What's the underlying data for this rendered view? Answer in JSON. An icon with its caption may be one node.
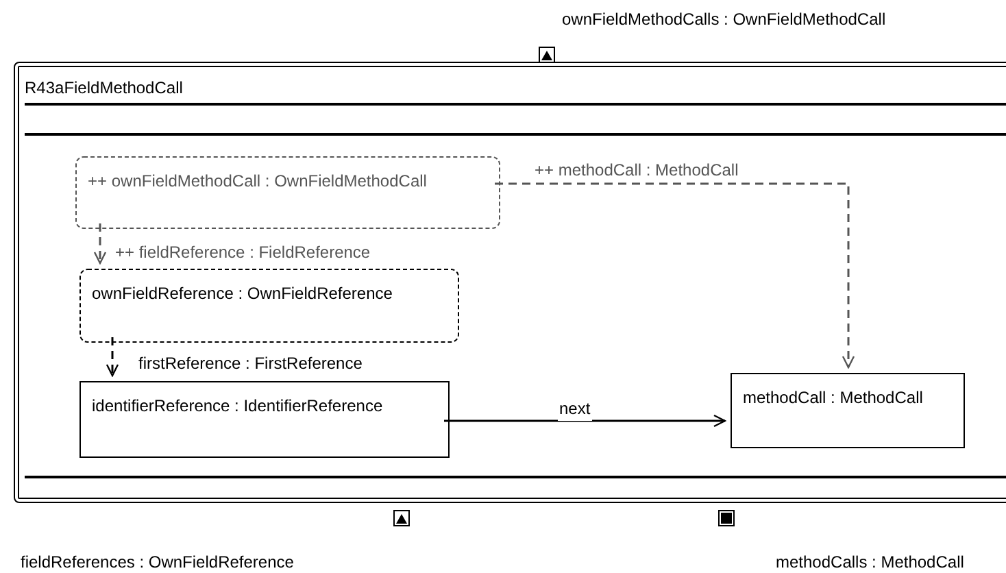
{
  "diagram": {
    "nodes": [
      {
        "text": [
          "R43aFieldMethodCall"
        ]
      },
      {
        "text": [
          "++ ownFieldMethodCall : OwnFieldMethodCall"
        ],
        "in": 0
      },
      {
        "text": [
          "ownFieldReference : OwnFieldReference"
        ],
        "in": 0
      },
      {
        "text": [
          "identifierReference : IdentifierReference"
        ],
        "in": 0
      },
      {
        "text": [
          "methodCall : MethodCall"
        ],
        "in": 0
      },
      {
        "text": [],
        "shape": "triangle",
        "beside": [
          "ownFieldMethodCalls : OwnFieldMethodCall"
        ]
      },
      {
        "text": [],
        "shape": "triangle"
      },
      {
        "text": [],
        "shape": "square",
        "beside": [
          "methodCalls : MethodCall"
        ]
      }
    ],
    "edges": [
      {
        "from": 1,
        "to": 4,
        "arrow": "to",
        "label": "++ methodCall : MethodCall",
        "style": "dashed",
        "color": "#555555"
      },
      {
        "from": 1,
        "to": 2,
        "arrow": "to",
        "label": "++ fieldReference : FieldReference",
        "style": "dashed",
        "color": "#555555"
      },
      {
        "from": 2,
        "to": 3,
        "arrow": "to",
        "label": "firstReference : FirstReference",
        "style": "dashed"
      },
      {
        "from": 3,
        "to": 4,
        "arrow": "to",
        "label": "next"
      }
    ],
    "labels": [
      "fieldReferences : OwnFieldReference"
    ]
  }
}
